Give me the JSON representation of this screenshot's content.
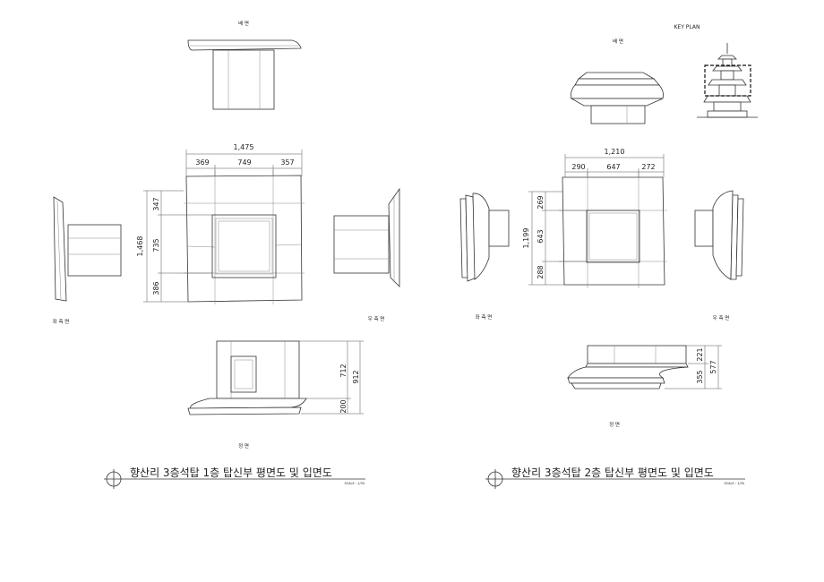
{
  "key_plan": {
    "label": "KEY PLAN"
  },
  "sheet1": {
    "views": {
      "back": "배 면",
      "left": "좌 측 면",
      "right": "우 측 면",
      "front": "정 면"
    },
    "plan_dims": {
      "overall_w": "1,475",
      "w1": "369",
      "w2": "749",
      "w3": "357",
      "overall_h": "1,468",
      "h1": "347",
      "h2": "735",
      "h3": "386"
    },
    "elev_dims": {
      "upper": "712",
      "lower": "200",
      "total": "912"
    },
    "title": "향산리 3층석탑 1층 탑신부 평면도 및 입면도",
    "scale": "SCALE : 1/30"
  },
  "sheet2": {
    "views": {
      "back": "배 면",
      "left": "좌 측 면",
      "right": "우 측 면",
      "front": "정 면"
    },
    "plan_dims": {
      "overall_w": "1,210",
      "w1": "290",
      "w2": "647",
      "w3": "272",
      "overall_h": "1,199",
      "h1": "269",
      "h2": "643",
      "h3": "288"
    },
    "elev_dims": {
      "upper": "221",
      "lower": "355",
      "total": "577"
    },
    "title": "향산리 3층석탑 2층 탑신부 평면도 및 입면도",
    "scale": "SCALE : 1/30"
  }
}
